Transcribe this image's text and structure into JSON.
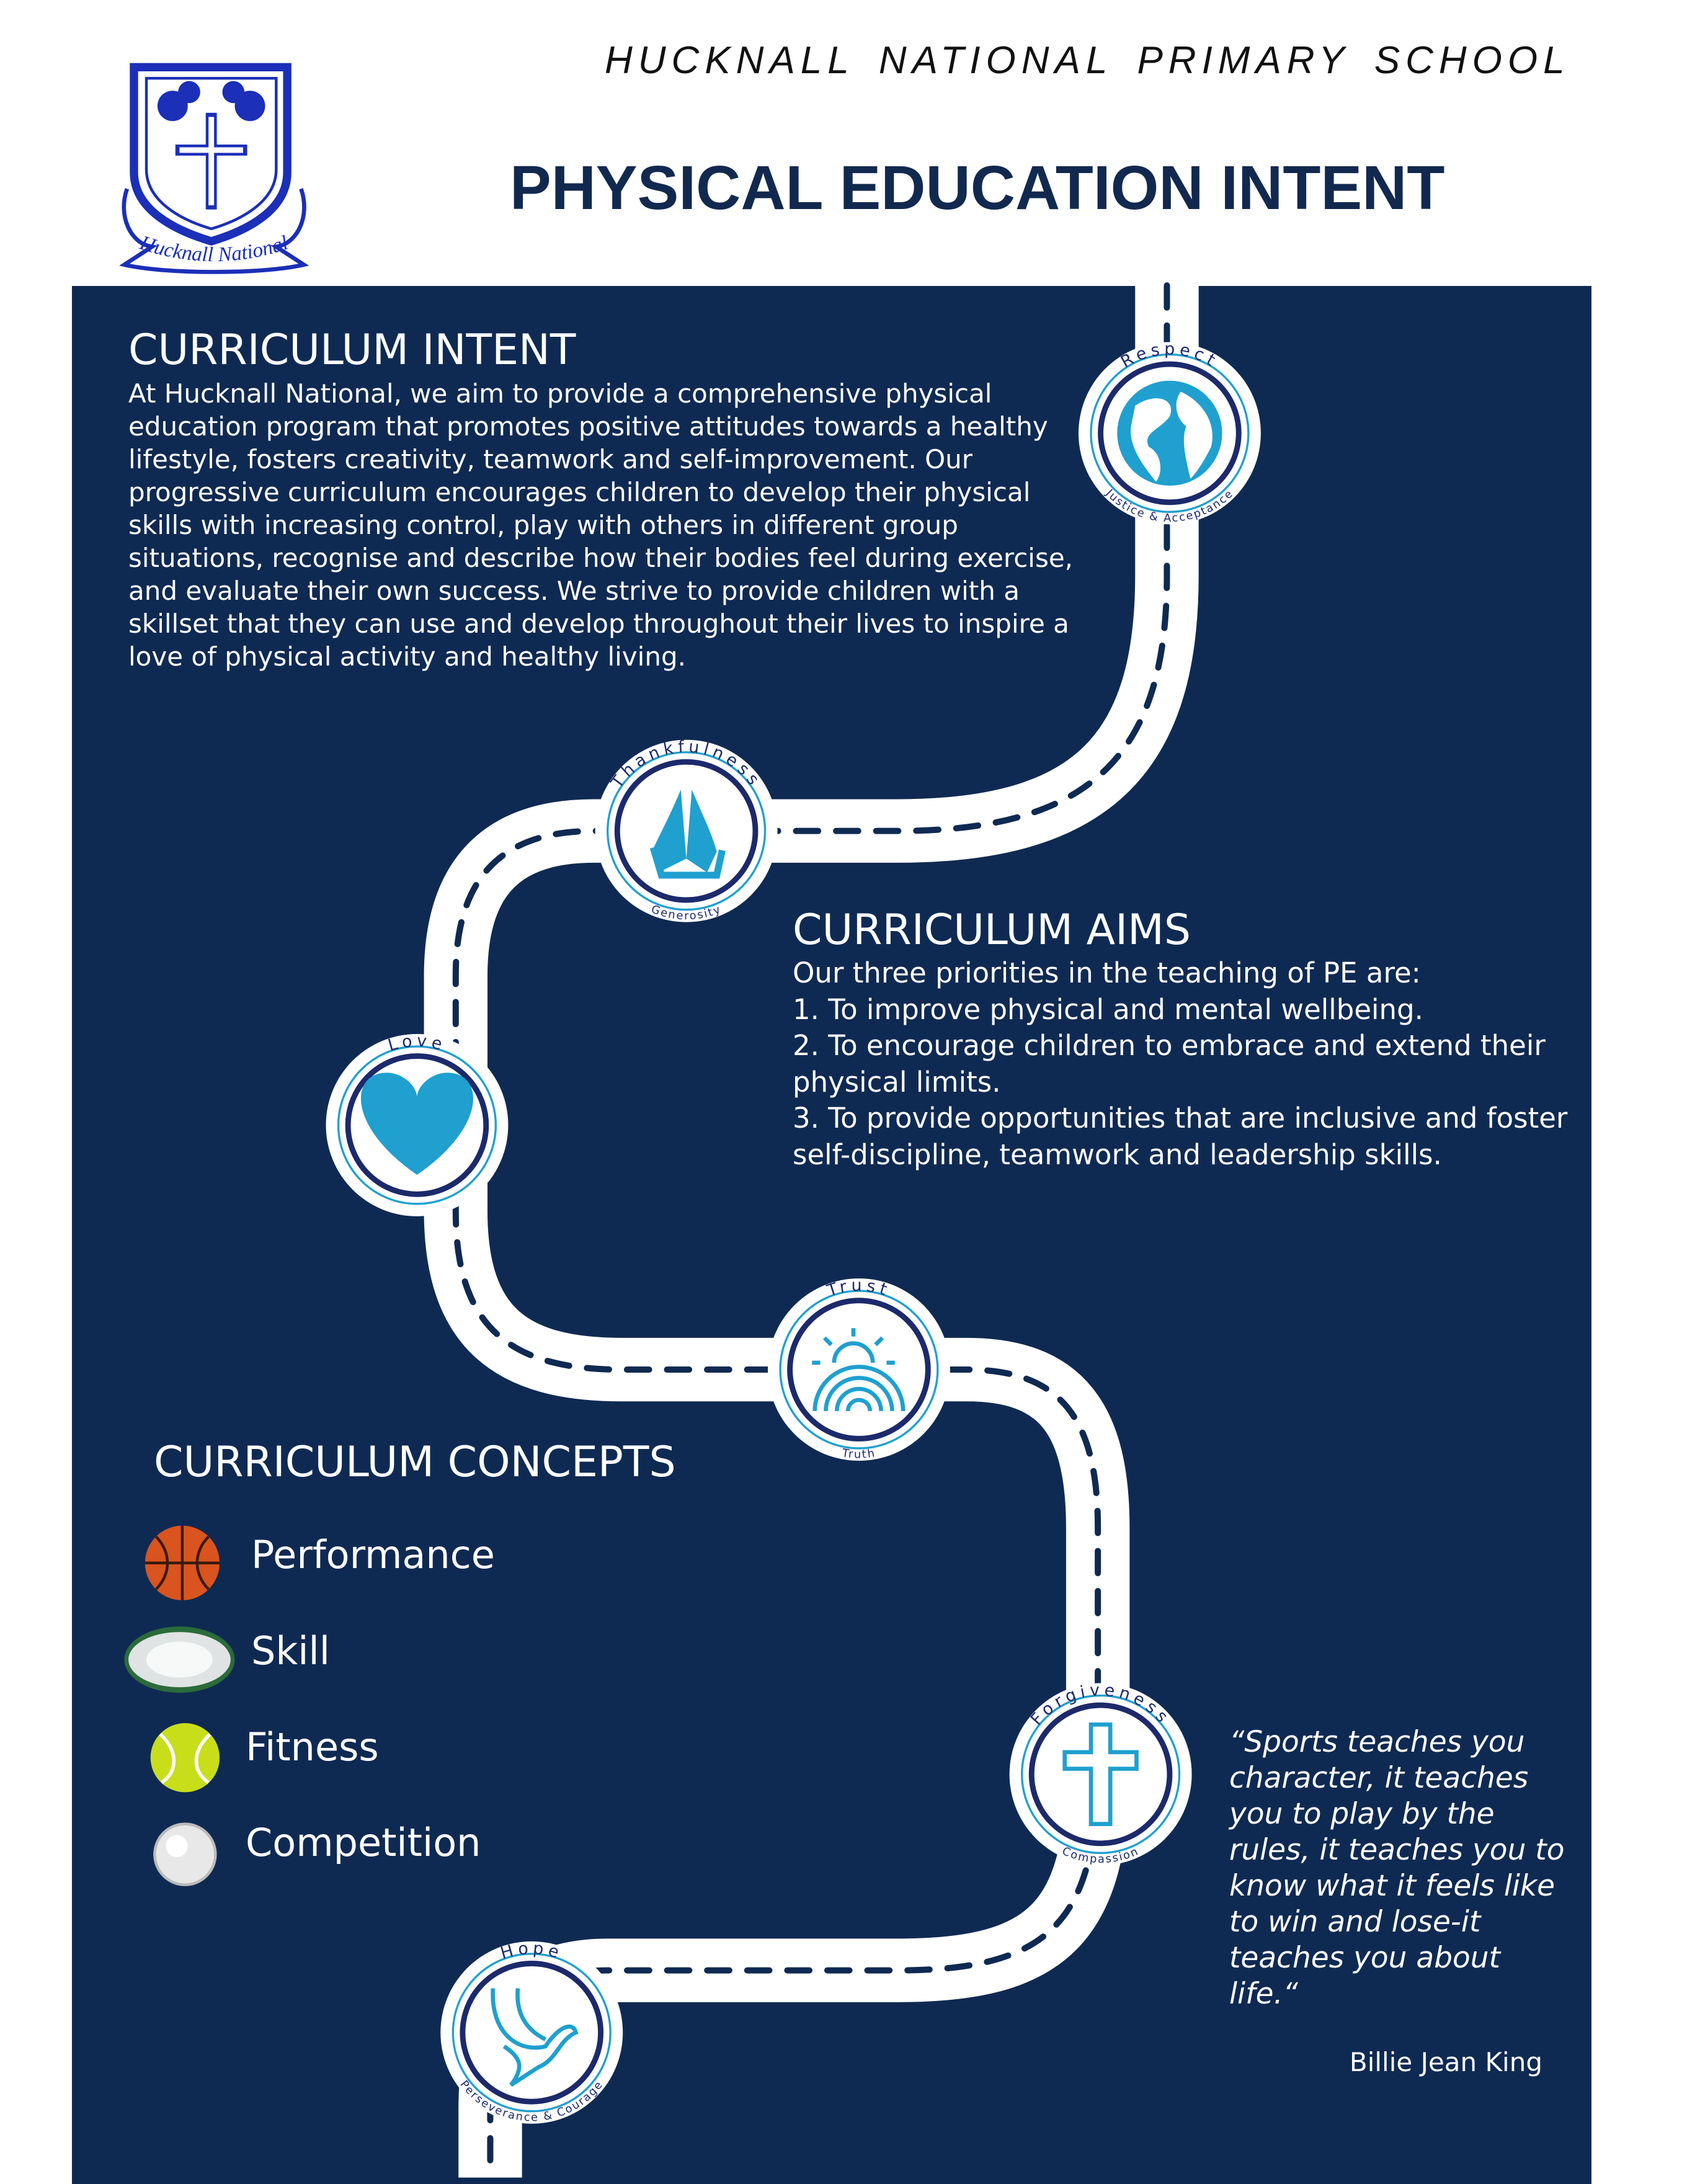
{
  "header": {
    "school_name": "HUCKNALL NATIONAL PRIMARY SCHOOL",
    "title": "PHYSICAL EDUCATION INTENT",
    "logo_text": "Hucknall National"
  },
  "intent": {
    "heading": "CURRICULUM INTENT",
    "body": "At Hucknall National, we aim to provide a comprehensive physical education program that promotes positive attitudes towards a healthy lifestyle, fosters creativity, teamwork and self-improvement. Our progressive curriculum encourages children to develop their physical skills with increasing control, play with others in different group situations, recognise and describe how their bodies feel during exercise, and evaluate their own success. We strive to provide children with a skillset that they can use and develop throughout their lives to inspire a love of physical activity and healthy living."
  },
  "aims": {
    "heading": "CURRICULUM AIMS",
    "intro": "Our three priorities in the teaching of PE are:",
    "items": [
      "1. To improve physical and mental wellbeing.",
      "2. To encourage children to embrace and extend their physical limits.",
      "3. To provide opportunities that are inclusive and foster self-discipline, teamwork and leadership skills."
    ]
  },
  "concepts": {
    "heading": "CURRICULUM CONCEPTS",
    "items": [
      {
        "label": "Performance",
        "icon": "basketball-icon"
      },
      {
        "label": "Skill",
        "icon": "rugby-ball-icon"
      },
      {
        "label": "Fitness",
        "icon": "tennis-ball-icon"
      },
      {
        "label": "Competition",
        "icon": "golf-ball-icon"
      }
    ]
  },
  "values": [
    {
      "top": "Respect",
      "bottom": "Justice & Acceptance",
      "icon": "globe-icon"
    },
    {
      "top": "Thankfulness",
      "bottom": "Generosity",
      "icon": "praying-hands-icon"
    },
    {
      "top": "Love",
      "bottom": "",
      "icon": "heart-icon"
    },
    {
      "top": "Trust",
      "bottom": "Truth",
      "icon": "sun-rainbow-icon"
    },
    {
      "top": "Forgiveness",
      "bottom": "Compassion",
      "icon": "cross-icon"
    },
    {
      "top": "Hope",
      "bottom": "Perseverance & Courage",
      "icon": "dove-icon"
    }
  ],
  "quote": {
    "text": "“Sports teaches you character, it teaches you to play by the rules, it teaches you to know what it feels like to win and lose-it teaches you about life.“",
    "author": "Billie Jean King"
  },
  "colors": {
    "navy": "#0f2a52",
    "accent": "#1fa0cf",
    "ring": "#1c2a6b"
  }
}
